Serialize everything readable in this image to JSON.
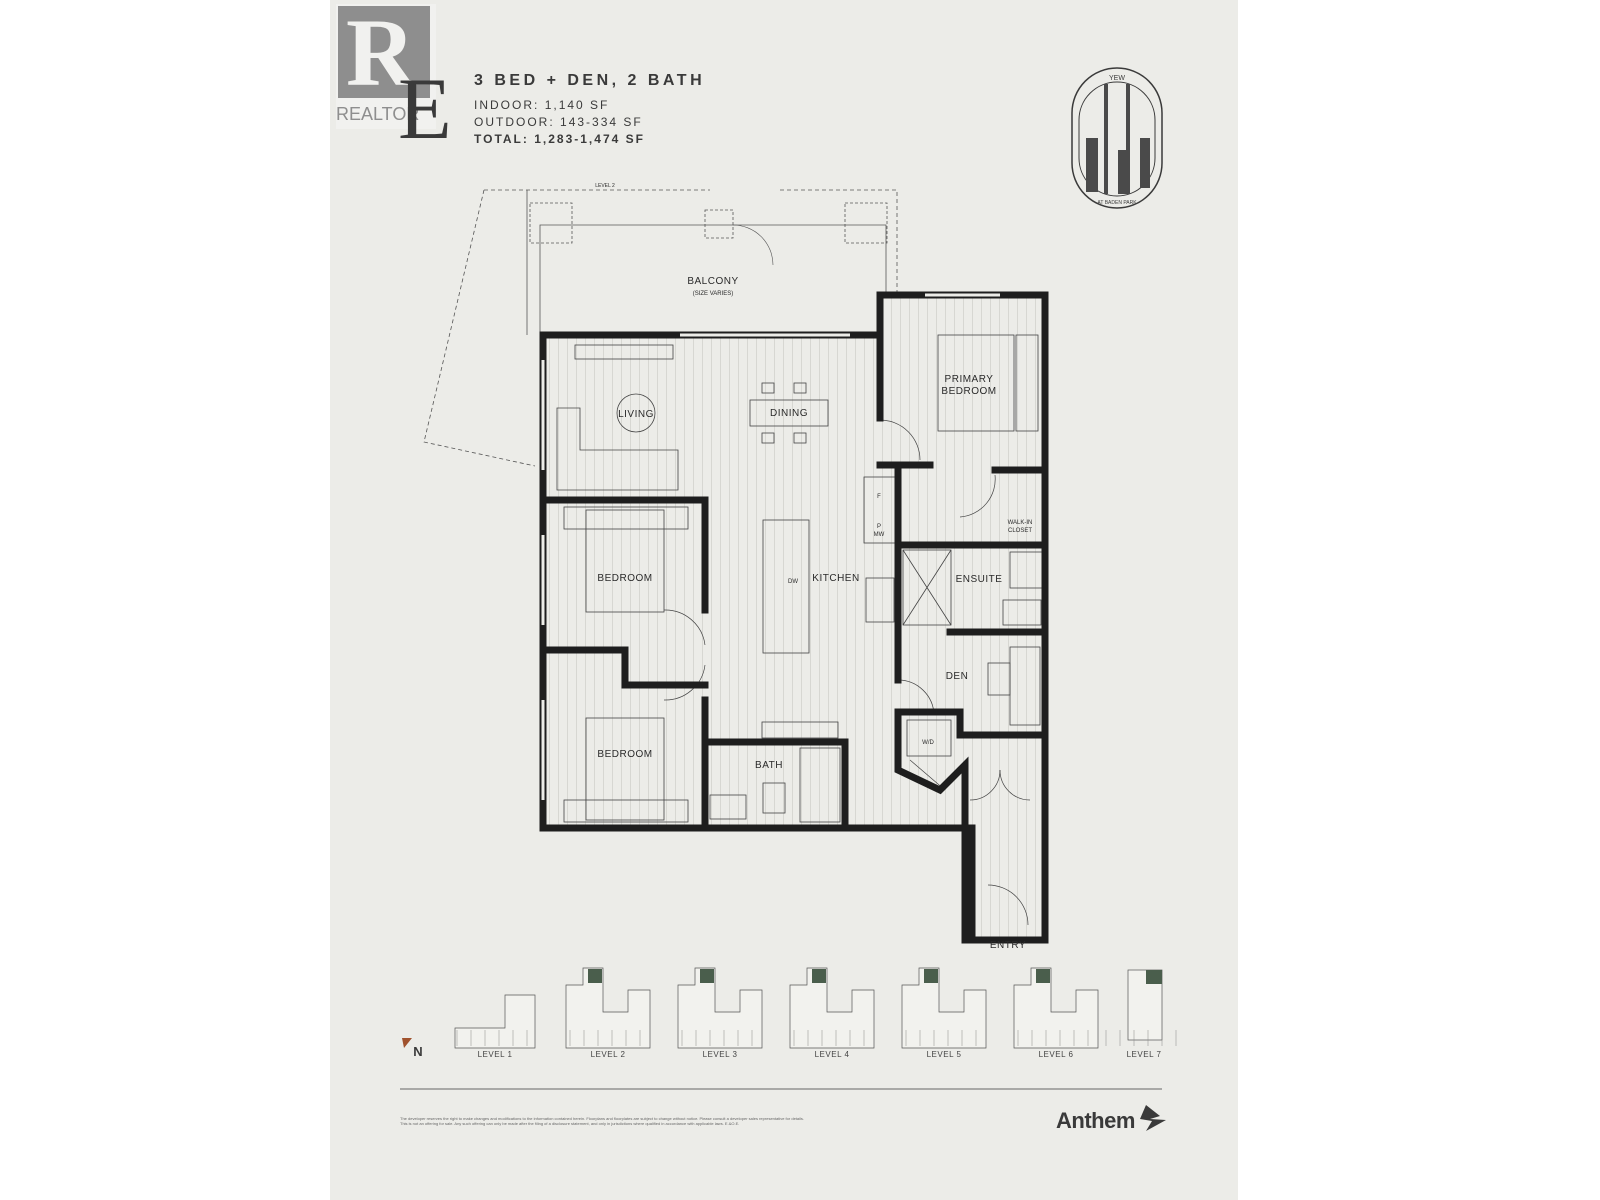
{
  "header": {
    "title": "3 BED + DEN, 2 BATH",
    "indoor_label": "INDOOR:",
    "indoor_value": "1,140 SF",
    "outdoor_label": "OUTDOOR:",
    "outdoor_value": "143-334 SF",
    "total_label": "TOTAL:",
    "total_value": "1,283-1,474 SF"
  },
  "watermark": {
    "letter": "R",
    "label": "REALTOR",
    "e_letter": "E"
  },
  "project_logo": {
    "top_text": "YEW",
    "bottom_text": "AT BADEN PARK"
  },
  "plan": {
    "level_note": "LEVEL 2",
    "balcony": "BALCONY",
    "balcony_note": "(SIZE VARIES)",
    "living": "LIVING",
    "dining": "DINING",
    "primary_bedroom_1": "PRIMARY",
    "primary_bedroom_2": "BEDROOM",
    "walk_in_closet_1": "WALK-IN",
    "walk_in_closet_2": "CLOSET",
    "bedroom_1": "BEDROOM",
    "bedroom_2": "BEDROOM",
    "kitchen": "KITCHEN",
    "ensuite": "ENSUITE",
    "den": "DEN",
    "wd": "W/D",
    "bath": "BATH",
    "entry": "ENTRY",
    "fridge": "F",
    "pantry": "P",
    "microwave": "MW",
    "dishwasher": "DW"
  },
  "key_plan": {
    "north": "N",
    "north_color": "#a0522d",
    "highlight_color": "#4a5e4c",
    "levels": [
      "LEVEL 1",
      "LEVEL 2",
      "LEVEL 3",
      "LEVEL 4",
      "LEVEL 5",
      "LEVEL 6",
      "LEVEL 7"
    ]
  },
  "footer": {
    "disclaimer_1": "The developer reserves the right to make changes and modifications to the information contained herein. Floorplans and floorplates are subject to change without notice. Please consult a developer sales representative for details.",
    "disclaimer_2": "This is not an offering for sale. Any such offering can only be made after the filing of a disclosure statement, and only in jurisdictions where qualified in accordance with applicable laws. E.&O.E.",
    "brand": "Anthem"
  }
}
